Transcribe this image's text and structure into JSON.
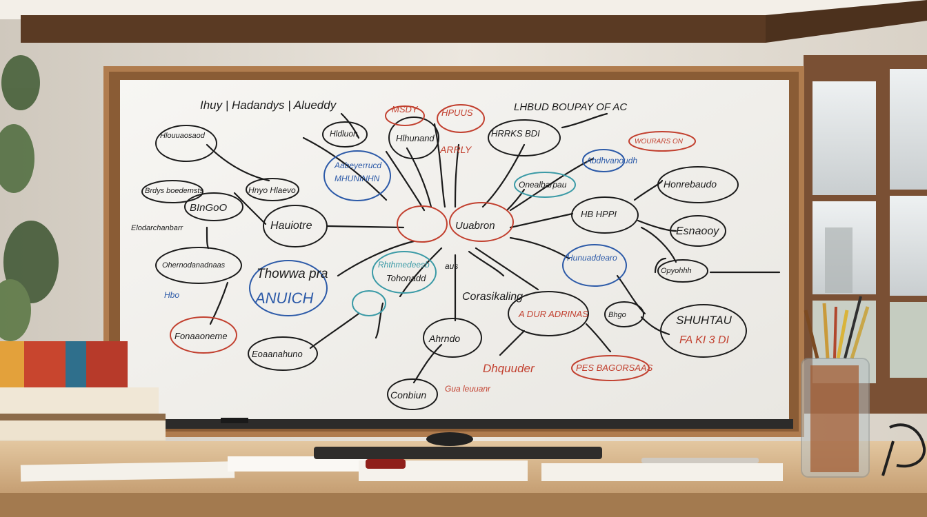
{
  "colors": {
    "wall": "#e9e4dc",
    "ceiling": "#f1ede6",
    "beam": "#5a3a23",
    "frame": "#b07c4e",
    "board": "#f3f1ed",
    "ink_black": "#1b1b1b",
    "ink_blue": "#2c5aa8",
    "ink_red": "#c2402f",
    "ink_teal": "#3a9aa6",
    "desk": "#d9b98e",
    "window_glass": "#dfe3e4"
  },
  "nodes": [
    {
      "text": "Ihuy | Hadandys | Alueddy",
      "color": "black"
    },
    {
      "text": "MSDY",
      "color": "red"
    },
    {
      "text": "HPUUS",
      "color": "red"
    },
    {
      "text": "LHBUD BOUPAY OF AC",
      "color": "black"
    },
    {
      "text": "Hlouuaosaod",
      "color": "black"
    },
    {
      "text": "Hldluon",
      "color": "black"
    },
    {
      "text": "Hlhunand",
      "color": "black"
    },
    {
      "text": "ARRLY",
      "color": "red"
    },
    {
      "text": "HRRKS BDI",
      "color": "black"
    },
    {
      "text": "WOURARS ON",
      "color": "red"
    },
    {
      "text": "Aabeyerrucd",
      "color": "blue"
    },
    {
      "text": "MHUNINHN",
      "color": "blue"
    },
    {
      "text": "Abdhvanoudh",
      "color": "blue"
    },
    {
      "text": "Brdys boedemsts",
      "color": "black"
    },
    {
      "text": "Hnyo Hlaevo",
      "color": "black"
    },
    {
      "text": "Onealbarpau",
      "color": "black"
    },
    {
      "text": "BInGoO",
      "color": "black"
    },
    {
      "text": "Honrebaudo",
      "color": "black"
    },
    {
      "text": "Elodarchanbarr",
      "color": "black"
    },
    {
      "text": "Hauiotre",
      "color": "black"
    },
    {
      "text": "Uuabron",
      "color": "black"
    },
    {
      "text": "HB HPPI",
      "color": "black"
    },
    {
      "text": "Esnaooy",
      "color": "black"
    },
    {
      "text": "Ohernodanadnaas",
      "color": "black"
    },
    {
      "text": "Thowwa pra",
      "color": "black"
    },
    {
      "text": "ANUICH",
      "color": "blue"
    },
    {
      "text": "Hbo",
      "color": "blue"
    },
    {
      "text": "Rhthmedeesb",
      "color": "teal"
    },
    {
      "text": "Tohonadd",
      "color": "black"
    },
    {
      "text": "aus",
      "color": "black"
    },
    {
      "text": "Corasikaling",
      "color": "black"
    },
    {
      "text": "Hunuaddearo",
      "color": "blue"
    },
    {
      "text": "Opyohhh",
      "color": "black"
    },
    {
      "text": "A DUR ADRINAS",
      "color": "red"
    },
    {
      "text": "Bhgo",
      "color": "black"
    },
    {
      "text": "SHUHTAU",
      "color": "black"
    },
    {
      "text": "FA KI 3 DI",
      "color": "red"
    },
    {
      "text": "Fonaaoneme",
      "color": "black"
    },
    {
      "text": "Eoaanahuno",
      "color": "black"
    },
    {
      "text": "Ahrndo",
      "color": "black"
    },
    {
      "text": "Dhquuder",
      "color": "red"
    },
    {
      "text": "PES BAGORSAAS",
      "color": "red"
    },
    {
      "text": "Conbiun",
      "color": "black"
    },
    {
      "text": "Gua leuuanr",
      "color": "red"
    }
  ]
}
